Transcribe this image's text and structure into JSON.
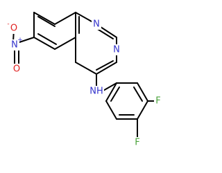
{
  "colors": {
    "bond": "#000000",
    "nitrogen": "#3333cc",
    "oxygen": "#e02020",
    "fluorine": "#4aa33b",
    "carbon": "#000000"
  },
  "atoms": [
    {
      "id": "n1",
      "label": "N",
      "element": "nitrogen"
    },
    {
      "id": "n3",
      "label": "N",
      "element": "nitrogen"
    },
    {
      "id": "nh",
      "label": "NH",
      "element": "nitrogen"
    },
    {
      "id": "nno2",
      "label": "N",
      "element": "nitrogen",
      "charge": "+"
    },
    {
      "id": "o1",
      "label": "O",
      "element": "oxygen",
      "charge": "-"
    },
    {
      "id": "o2",
      "label": "O",
      "element": "oxygen"
    },
    {
      "id": "f1",
      "label": "F",
      "element": "fluorine"
    },
    {
      "id": "f2",
      "label": "F",
      "element": "fluorine"
    }
  ]
}
